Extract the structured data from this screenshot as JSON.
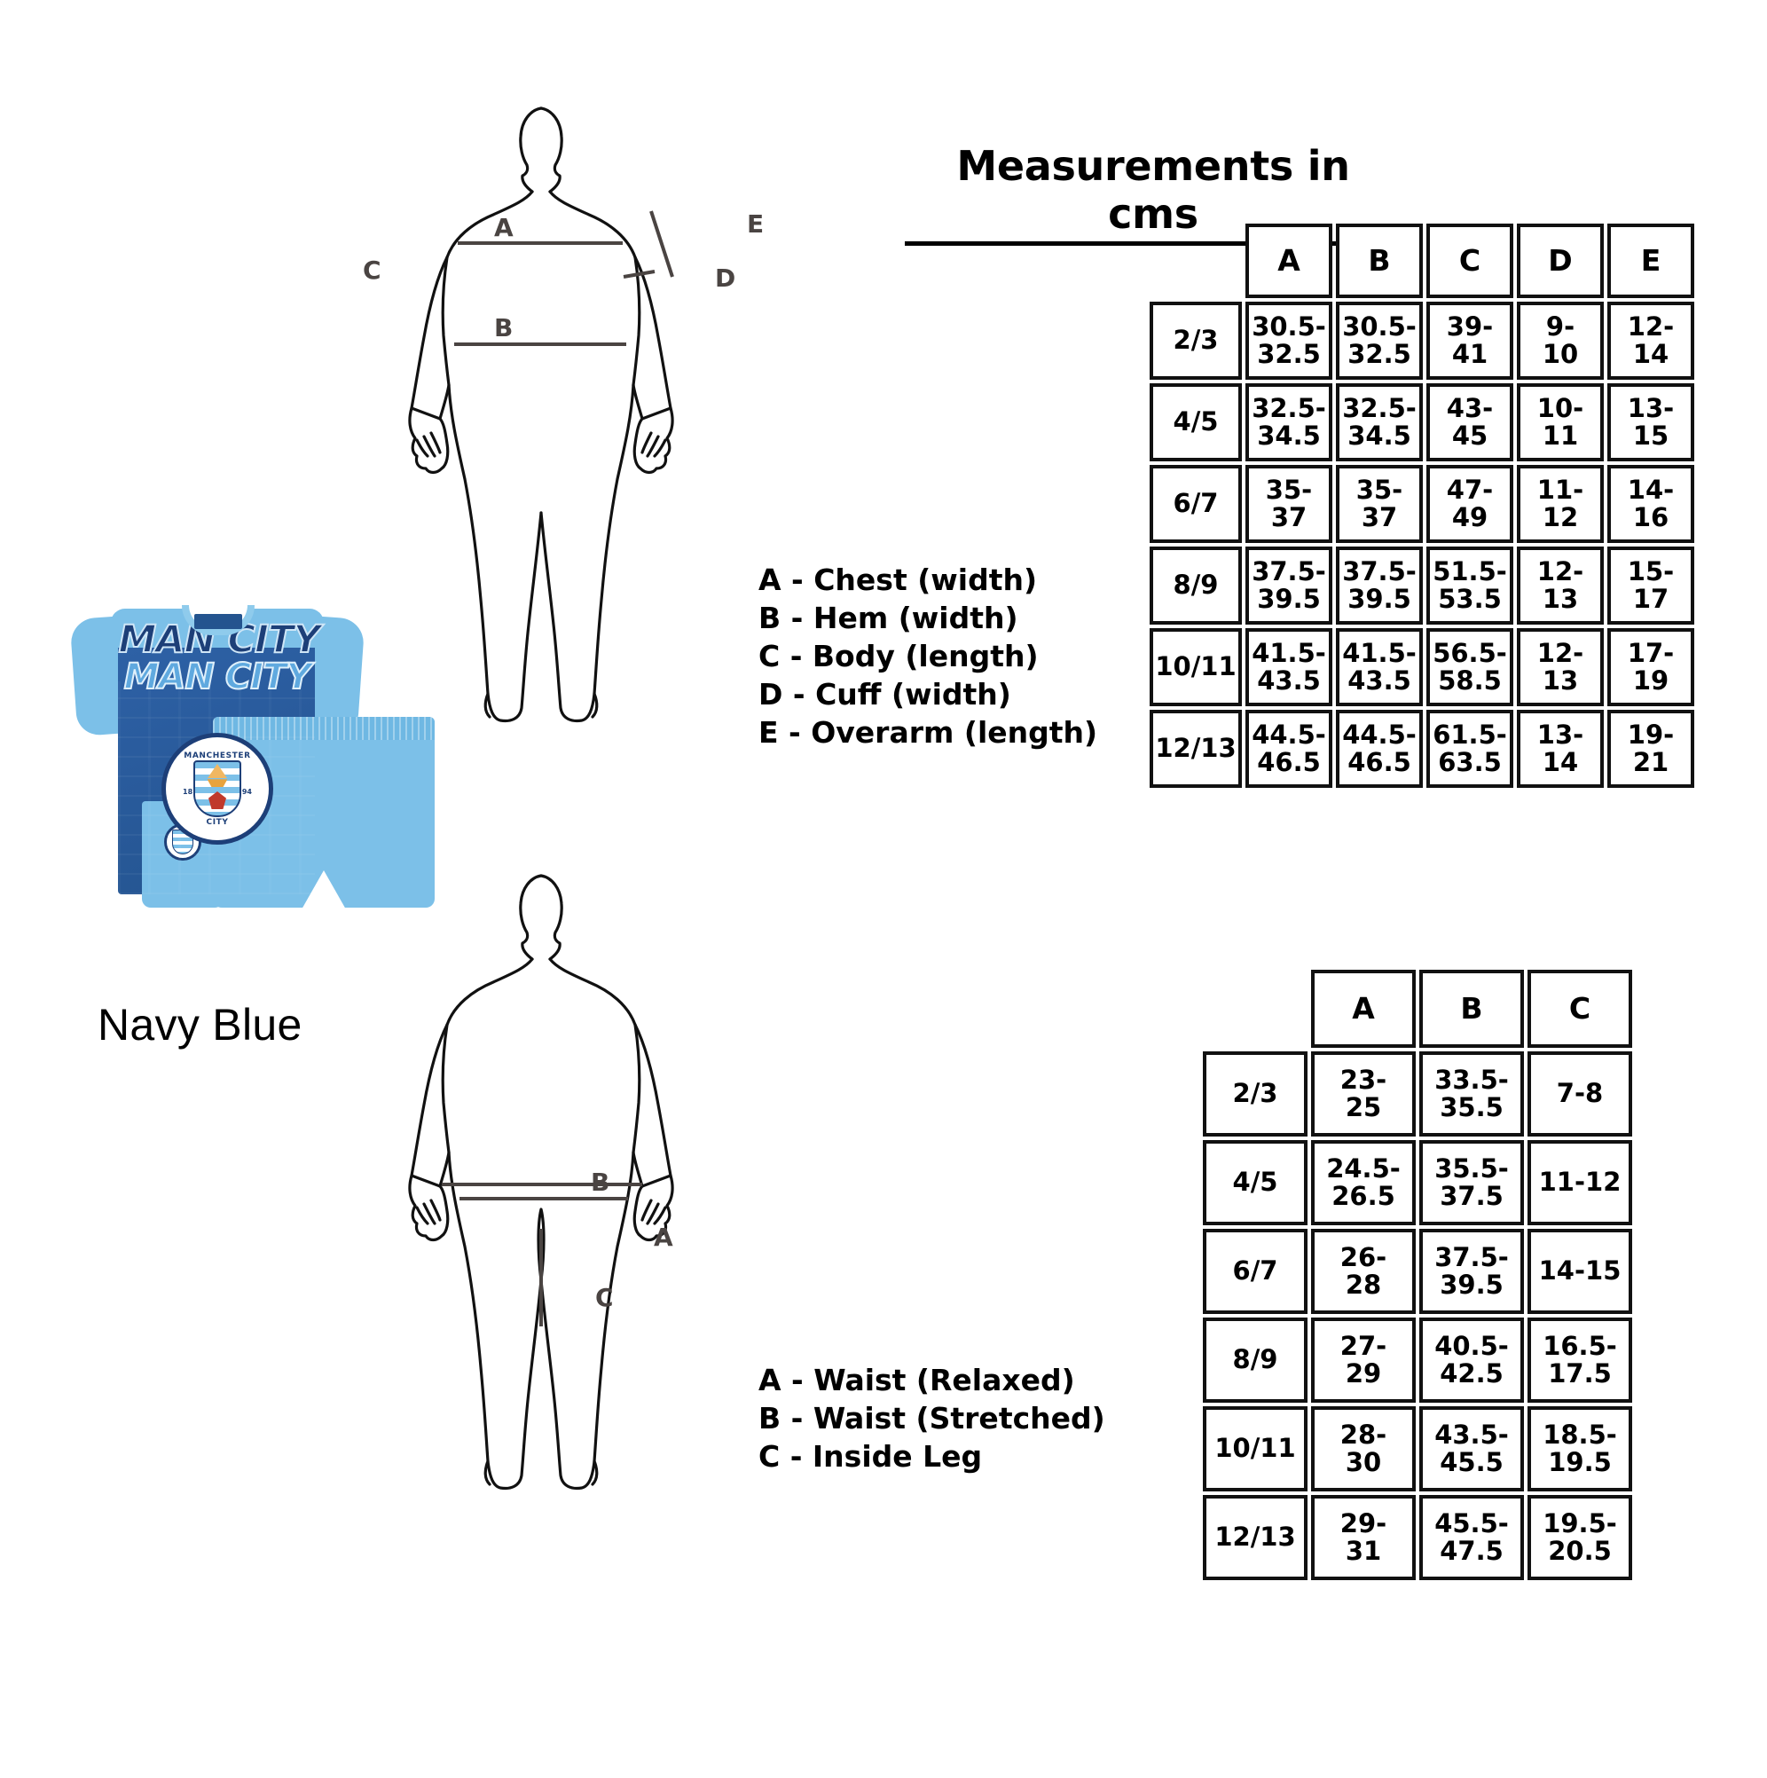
{
  "title": "Measurements in cms",
  "product": {
    "color_label": "Navy Blue",
    "tee": {
      "word_line1": "MAN CITY",
      "word_line2": "MAN CITY",
      "crest_text_top": "MANCHESTER",
      "crest_text_bottom": "CITY",
      "crest_year_left": "18",
      "crest_year_right": "94"
    }
  },
  "top_figure": {
    "labels": {
      "a": "A",
      "b": "B",
      "c": "C",
      "d": "D",
      "e": "E"
    }
  },
  "bottom_figure": {
    "labels": {
      "a": "A",
      "b": "B",
      "c": "C"
    }
  },
  "legend_top": [
    {
      "key": "A",
      "text": "Chest (width)"
    },
    {
      "key": "B",
      "text": "Hem (width)"
    },
    {
      "key": "C",
      "text": "Body (length)"
    },
    {
      "key": "D",
      "text": "Cuff (width)"
    },
    {
      "key": "E",
      "text": "Overarm (length)"
    }
  ],
  "legend_bottom": [
    {
      "key": "A",
      "text": "Waist (Relaxed)"
    },
    {
      "key": "B",
      "text": "Waist (Stretched)"
    },
    {
      "key": "C",
      "text": "Inside Leg"
    }
  ],
  "chart_data": [
    {
      "type": "table",
      "title": "Measurements in cms",
      "name": "top-size-table",
      "unit": "cm",
      "corner": "",
      "columns": [
        "A",
        "B",
        "C",
        "D",
        "E"
      ],
      "column_meanings": {
        "A": "Chest (width)",
        "B": "Hem (width)",
        "C": "Body (length)",
        "D": "Cuff (width)",
        "E": "Overarm (length)"
      },
      "rows": [
        {
          "size": "2/3",
          "cells": [
            [
              "30.5-",
              "32.5"
            ],
            [
              "30.5-",
              "32.5"
            ],
            [
              "39-",
              "41"
            ],
            [
              "9-",
              "10"
            ],
            [
              "12-",
              "14"
            ]
          ]
        },
        {
          "size": "4/5",
          "cells": [
            [
              "32.5-",
              "34.5"
            ],
            [
              "32.5-",
              "34.5"
            ],
            [
              "43-",
              "45"
            ],
            [
              "10-",
              "11"
            ],
            [
              "13-",
              "15"
            ]
          ]
        },
        {
          "size": "6/7",
          "cells": [
            [
              "35-",
              "37"
            ],
            [
              "35-",
              "37"
            ],
            [
              "47-",
              "49"
            ],
            [
              "11-",
              "12"
            ],
            [
              "14-",
              "16"
            ]
          ]
        },
        {
          "size": "8/9",
          "cells": [
            [
              "37.5-",
              "39.5"
            ],
            [
              "37.5-",
              "39.5"
            ],
            [
              "51.5-",
              "53.5"
            ],
            [
              "12-",
              "13"
            ],
            [
              "15-",
              "17"
            ]
          ]
        },
        {
          "size": "10/11",
          "cells": [
            [
              "41.5-",
              "43.5"
            ],
            [
              "41.5-",
              "43.5"
            ],
            [
              "56.5-",
              "58.5"
            ],
            [
              "12-",
              "13"
            ],
            [
              "17-",
              "19"
            ]
          ]
        },
        {
          "size": "12/13",
          "cells": [
            [
              "44.5-",
              "46.5"
            ],
            [
              "44.5-",
              "46.5"
            ],
            [
              "61.5-",
              "63.5"
            ],
            [
              "13-",
              "14"
            ],
            [
              "19-",
              "21"
            ]
          ]
        }
      ]
    },
    {
      "type": "table",
      "title": "",
      "name": "bottom-size-table",
      "unit": "cm",
      "corner": "",
      "columns": [
        "A",
        "B",
        "C"
      ],
      "column_meanings": {
        "A": "Waist (Relaxed)",
        "B": "Waist (Stretched)",
        "C": "Inside Leg"
      },
      "rows": [
        {
          "size": "2/3",
          "cells": [
            [
              "23-",
              "25"
            ],
            [
              "33.5-",
              "35.5"
            ],
            [
              "7-8"
            ]
          ]
        },
        {
          "size": "4/5",
          "cells": [
            [
              "24.5-",
              "26.5"
            ],
            [
              "35.5-",
              "37.5"
            ],
            [
              "11-12"
            ]
          ]
        },
        {
          "size": "6/7",
          "cells": [
            [
              "26-",
              "28"
            ],
            [
              "37.5-",
              "39.5"
            ],
            [
              "14-15"
            ]
          ]
        },
        {
          "size": "8/9",
          "cells": [
            [
              "27-",
              "29"
            ],
            [
              "40.5-",
              "42.5"
            ],
            [
              "16.5-",
              "17.5"
            ]
          ]
        },
        {
          "size": "10/11",
          "cells": [
            [
              "28-",
              "30"
            ],
            [
              "43.5-",
              "45.5"
            ],
            [
              "18.5-",
              "19.5"
            ]
          ]
        },
        {
          "size": "12/13",
          "cells": [
            [
              "29-",
              "31"
            ],
            [
              "45.5-",
              "47.5"
            ],
            [
              "19.5-",
              "20.5"
            ]
          ]
        }
      ]
    }
  ],
  "colors": {
    "table_border": "#111111",
    "dim_label": "#4a4442",
    "tee_navy": "#24548f",
    "tee_sky": "#7cc0e8",
    "text": "#000000"
  }
}
